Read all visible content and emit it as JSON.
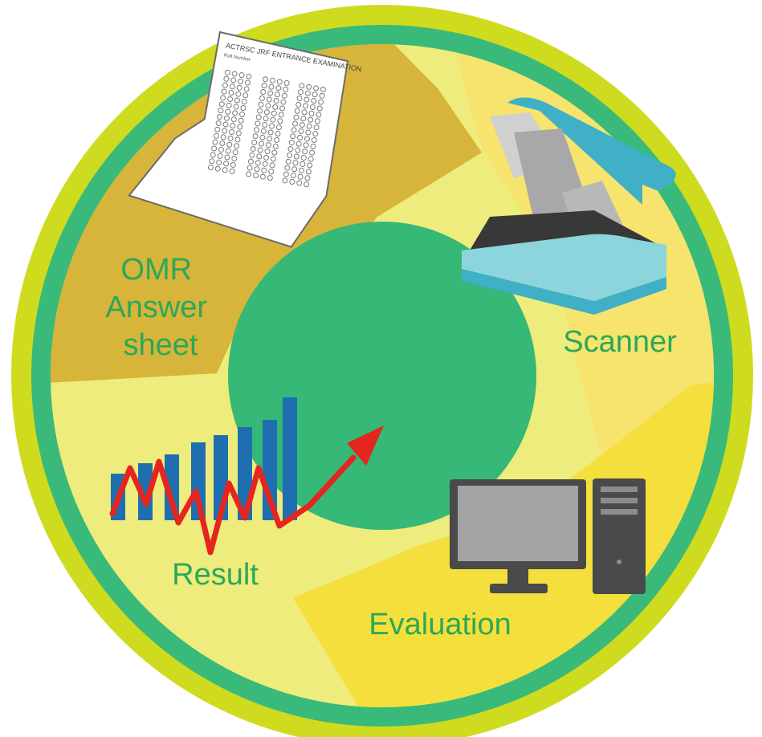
{
  "diagram": {
    "colors": {
      "outer_ring": "#cfdb1f",
      "green_ring": "#3aba7a",
      "hub": "#36b877",
      "label_text": "#2aa85a",
      "omr_segment": "#d7b43a",
      "scanner_segment": "#f6e46e",
      "evaluation_segment": "#f5df3c",
      "result_segment": "#eeec7c",
      "trend_arrow": "#e5251f",
      "bars": "#1f6fb0"
    },
    "stages": [
      {
        "id": "omr",
        "label_lines": [
          "OMR",
          "Answer",
          "sheet"
        ],
        "icon": "omr-sheet-icon"
      },
      {
        "id": "scanner",
        "label_lines": [
          "Scanner"
        ],
        "icon": "scanner-icon"
      },
      {
        "id": "evaluation",
        "label_lines": [
          "Evaluation"
        ],
        "icon": "computer-icon"
      },
      {
        "id": "result",
        "label_lines": [
          "Result"
        ],
        "icon": "chart-icon"
      }
    ],
    "omr_sheet_header": "ACTRSC JRF ENTRANCE EXAMINATION",
    "omr_sheet_subheader": "Roll Number"
  }
}
